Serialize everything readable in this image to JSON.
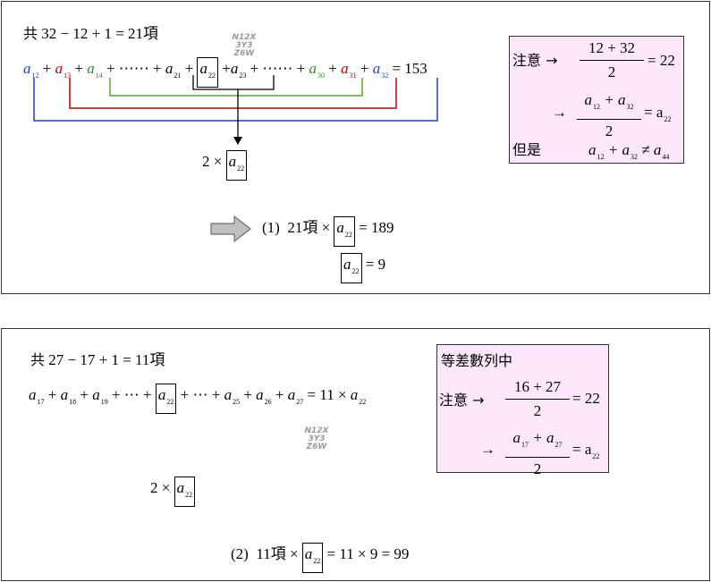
{
  "panel1": {
    "count_prefix": "共",
    "count_expr": "32 − 12 + 1 = 21項",
    "terms": [
      {
        "sym": "a",
        "sub": "12",
        "color": "#1f3fbf"
      },
      {
        "sym": "a",
        "sub": "13",
        "color": "#c00000"
      },
      {
        "sym": "a",
        "sub": "14",
        "color": "#2e8b2e"
      },
      {
        "sym": "a",
        "sub": "21",
        "color": "#000000"
      },
      {
        "sym": "a",
        "sub": "22",
        "color": "#000000"
      },
      {
        "sym": "a",
        "sub": "23",
        "color": "#000000"
      },
      {
        "sym": "a",
        "sub": "30",
        "color": "#2e8b2e"
      },
      {
        "sym": "a",
        "sub": "31",
        "color": "#c00000"
      },
      {
        "sym": "a",
        "sub": "32",
        "color": "#1f3fbf"
      }
    ],
    "plus": "+",
    "dots": "+ ⋯⋯ +",
    "sum_result": "= 153",
    "two_times": "2 ×",
    "middle_sym": "a",
    "middle_sub": "22",
    "step_label": "(1)",
    "step_expr_pre": "21項 ×",
    "step_expr_post": "= 189",
    "result_post": "= 9",
    "watermark": [
      "N12X",
      "3Y3",
      "Z6W"
    ],
    "note": {
      "label1": "注意 →",
      "frac1_num": "12 + 32",
      "frac1_den": "2",
      "frac1_result": "= 22",
      "arrow2": "→",
      "frac2_den": "2",
      "frac2_result": "= a",
      "frac2_result_sub": "22",
      "label3": "但是",
      "ineq": "a",
      "ineq_sub1": "12",
      "ineq_mid": "+ a",
      "ineq_sub2": "32",
      "ineq_neq": "≠ a",
      "ineq_sub3": "44"
    }
  },
  "panel2": {
    "count_prefix": "共",
    "count_expr": "27 − 17 + 1 = 11項",
    "terms": [
      {
        "sym": "a",
        "sub": "17"
      },
      {
        "sym": "a",
        "sub": "18"
      },
      {
        "sym": "a",
        "sub": "19"
      },
      {
        "sym": "a",
        "sub": "22"
      },
      {
        "sym": "a",
        "sub": "25"
      },
      {
        "sym": "a",
        "sub": "26"
      },
      {
        "sym": "a",
        "sub": "27"
      }
    ],
    "sum_result": "= 11 ×",
    "sum_result_sym": "a",
    "sum_result_sub": "22",
    "two_times": "2 ×",
    "middle_sym": "a",
    "middle_sub": "22",
    "step_label": "(2)",
    "step_expr_pre": "11項 ×",
    "step_expr_post": "= 11 × 9 = 99",
    "watermark": [
      "N12X",
      "3Y3",
      "Z6W"
    ],
    "note": {
      "title": "等差數列中",
      "label1": "注意 →",
      "frac1_num": "16 + 27",
      "frac1_den": "2",
      "frac1_result": "= 22",
      "arrow2": "→",
      "frac2_den": "2",
      "frac2_result": "= a",
      "frac2_result_sub": "22"
    }
  },
  "colors": {
    "blue": "#1f3fbf",
    "red": "#c00000",
    "green": "#2e8b2e",
    "note_bg": "#fde8fb",
    "arrow_fill": "#c0c0c0"
  }
}
